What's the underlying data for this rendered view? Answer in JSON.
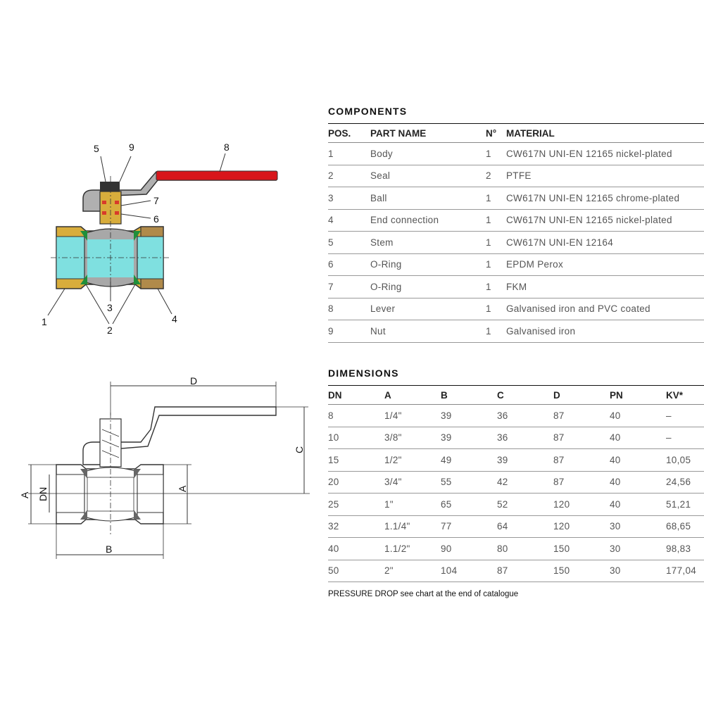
{
  "components": {
    "title": "COMPONENTS",
    "headers": [
      "POS.",
      "PART NAME",
      "N°",
      "MATERIAL"
    ],
    "rows": [
      [
        "1",
        "Body",
        "1",
        "CW617N UNI-EN 12165 nickel-plated"
      ],
      [
        "2",
        "Seal",
        "2",
        "PTFE"
      ],
      [
        "3",
        "Ball",
        "1",
        "CW617N UNI-EN 12165 chrome-plated"
      ],
      [
        "4",
        "End connection",
        "1",
        "CW617N UNI-EN 12165 nickel-plated"
      ],
      [
        "5",
        "Stem",
        "1",
        "CW617N UNI-EN 12164"
      ],
      [
        "6",
        "O-Ring",
        "1",
        "EPDM Perox"
      ],
      [
        "7",
        "O-Ring",
        "1",
        "FKM"
      ],
      [
        "8",
        "Lever",
        "1",
        "Galvanised iron and PVC coated"
      ],
      [
        "9",
        "Nut",
        "1",
        "Galvanised iron"
      ]
    ]
  },
  "dimensions": {
    "title": "DIMENSIONS",
    "headers": [
      "DN",
      "A",
      "B",
      "C",
      "D",
      "PN",
      "KV*"
    ],
    "rows": [
      [
        "8",
        "1/4\"",
        "39",
        "36",
        "87",
        "40",
        "–"
      ],
      [
        "10",
        "3/8\"",
        "39",
        "36",
        "87",
        "40",
        "–"
      ],
      [
        "15",
        "1/2\"",
        "49",
        "39",
        "87",
        "40",
        "10,05"
      ],
      [
        "20",
        "3/4\"",
        "55",
        "42",
        "87",
        "40",
        "24,56"
      ],
      [
        "25",
        "1\"",
        "65",
        "52",
        "120",
        "40",
        "51,21"
      ],
      [
        "32",
        "1.1/4\"",
        "77",
        "64",
        "120",
        "30",
        "68,65"
      ],
      [
        "40",
        "1.1/2\"",
        "90",
        "80",
        "150",
        "30",
        "98,83"
      ],
      [
        "50",
        "2\"",
        "104",
        "87",
        "150",
        "30",
        "177,04"
      ]
    ],
    "note": "PRESSURE DROP see chart at the end of catalogue"
  },
  "section_drawing": {
    "callouts": [
      "1",
      "2",
      "3",
      "4",
      "5",
      "6",
      "7",
      "8",
      "9"
    ],
    "colors": {
      "lever": "#d8161b",
      "bore": "#7fe0e0",
      "brass": "#d8ad3c",
      "seal": "#1f8f3a",
      "oring": "#d83a2a",
      "body_grey": "#a8a8a8"
    }
  },
  "dimension_drawing": {
    "labels": {
      "D": "D",
      "C": "C",
      "A_left": "A",
      "DN": "DN",
      "A_right": "A",
      "B": "B"
    }
  }
}
